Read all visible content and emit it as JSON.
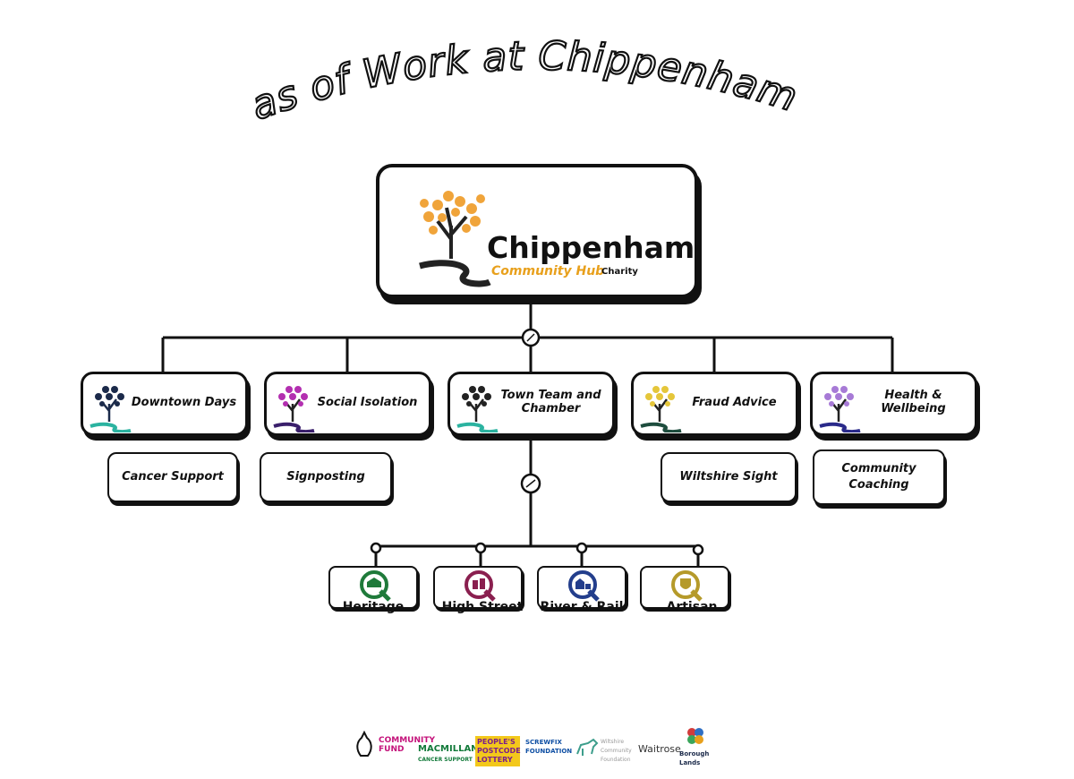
{
  "title": "Areas of Work at Chippenham Hub",
  "main": {
    "name": "Chippenham",
    "subtitle": "Community Hub",
    "suffix": "Charity"
  },
  "areas": [
    {
      "label": "Downtown Days",
      "tree_color": "#1b2a4a",
      "river_color": "#2bb3a0"
    },
    {
      "label": "Social Isolation",
      "tree_color": "#b32fb0",
      "river_color": "#3a1f6b"
    },
    {
      "label": "Town Team and Chamber",
      "tree_color": "#222222",
      "river_color": "#2bb3a0"
    },
    {
      "label": "Fraud Advice",
      "tree_color": "#e5c63a",
      "river_color": "#1e4d3e"
    },
    {
      "label": "Health & Wellbeing",
      "tree_color": "#a77ad6",
      "river_color": "#2a2a8a"
    }
  ],
  "subs": [
    "Cancer Support",
    "Signposting",
    "Wiltshire Sight",
    "Community Coaching"
  ],
  "quarters": [
    {
      "label": "Heritage",
      "color": "#1f7a3a"
    },
    {
      "label": "High Street",
      "color": "#8a1f4f"
    },
    {
      "label": "River & Rail",
      "color": "#233e8c"
    },
    {
      "label": "Artisan",
      "color": "#b59a2a"
    }
  ],
  "sponsors": {
    "community_fund": "COMMUNITY FUND",
    "macmillan": "MACMILLAN",
    "macmillan_sub": "CANCER SUPPORT",
    "postcode": "PEOPLE'S POSTCODE LOTTERY",
    "screwfix": "SCREWFIX FOUNDATION",
    "wiltshire": "Wiltshire Community Foundation",
    "waitrose": "Waitrose",
    "borough": "Borough Lands"
  },
  "colors": {
    "accent": "#e8a01c",
    "tree_main": "#f0a43a",
    "line": "#111111"
  }
}
